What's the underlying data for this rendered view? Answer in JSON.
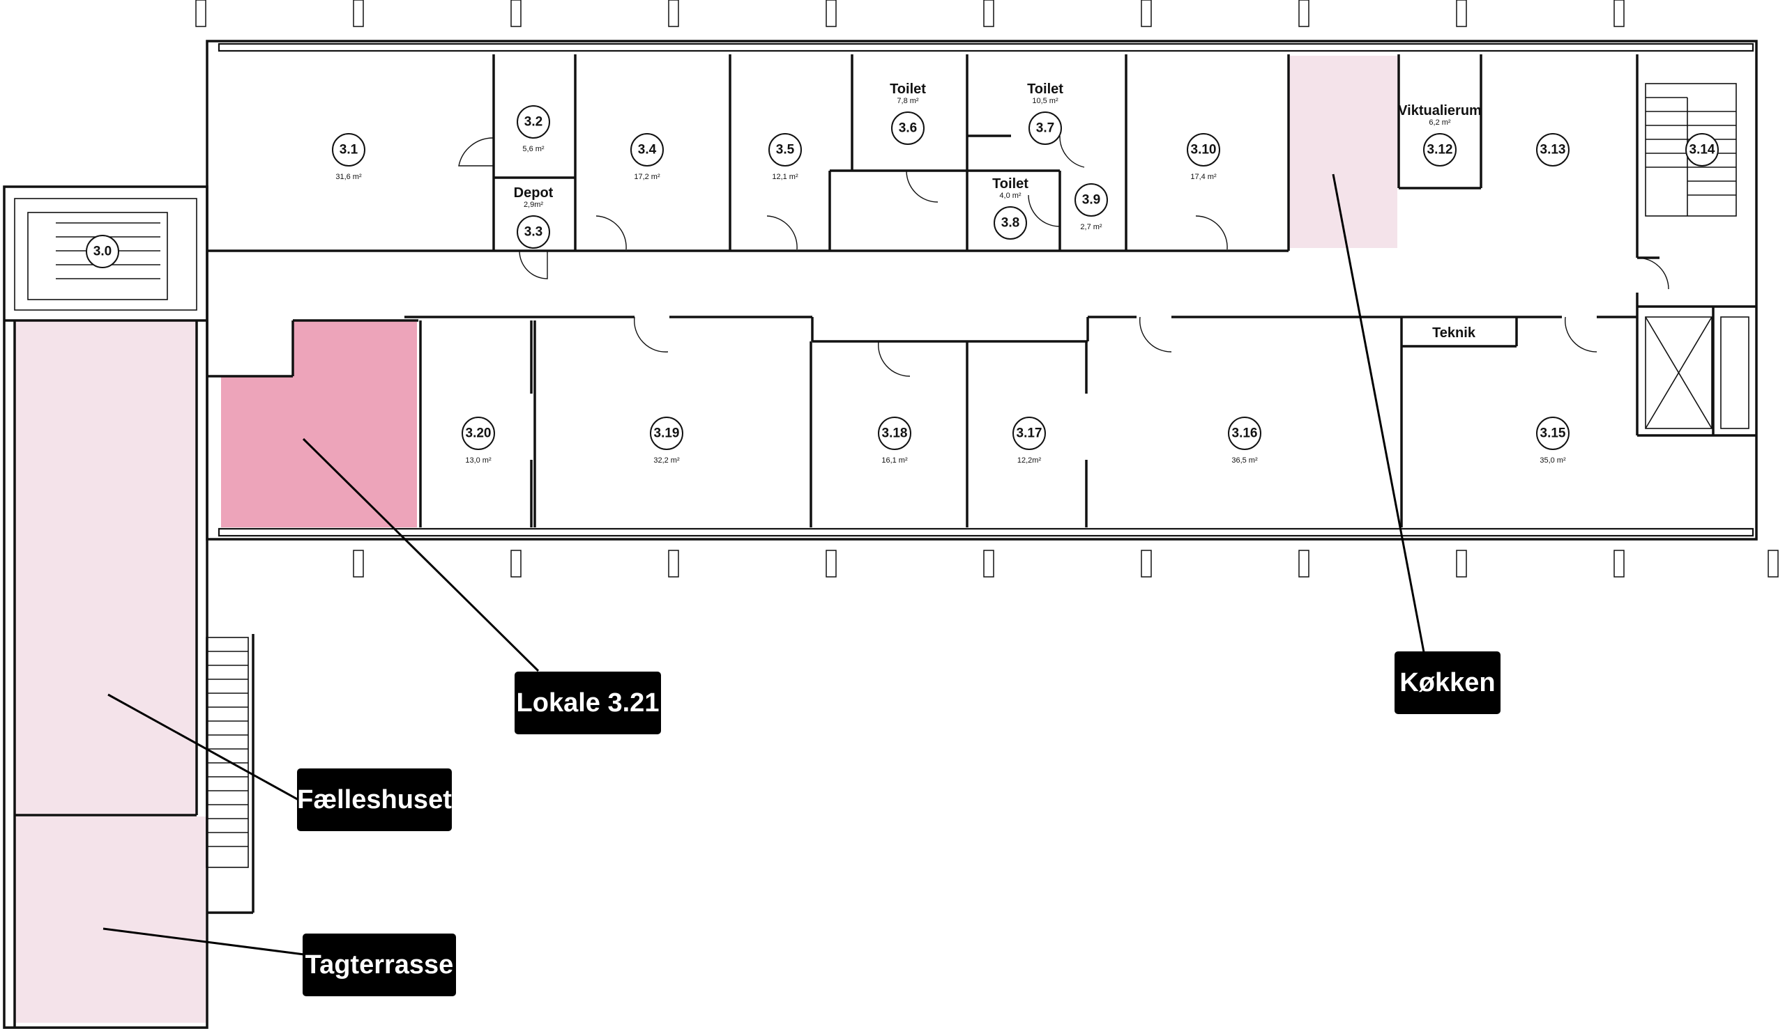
{
  "colors": {
    "walls": "#111111",
    "highlight_light": "#f4e3ea",
    "highlight_strong": "#eda4ba",
    "callout_bg": "#000000",
    "callout_text": "#ffffff"
  },
  "rooms": [
    {
      "key": "r3_0",
      "id": "3.0",
      "area": "",
      "name": ""
    },
    {
      "key": "r3_1",
      "id": "3.1",
      "area": "31,6 m²",
      "name": ""
    },
    {
      "key": "r3_2",
      "id": "3.2",
      "area": "5,6 m²",
      "name": ""
    },
    {
      "key": "r3_3",
      "id": "3.3",
      "area": "2,9m²",
      "name": "Depot"
    },
    {
      "key": "r3_4",
      "id": "3.4",
      "area": "17,2 m²",
      "name": ""
    },
    {
      "key": "r3_5",
      "id": "3.5",
      "area": "12,1 m²",
      "name": ""
    },
    {
      "key": "r3_6",
      "id": "3.6",
      "area": "7,8 m²",
      "name": "Toilet"
    },
    {
      "key": "r3_7",
      "id": "3.7",
      "area": "10,5 m²",
      "name": "Toilet"
    },
    {
      "key": "r3_8",
      "id": "3.8",
      "area": "4,0 m²",
      "name": "Toilet"
    },
    {
      "key": "r3_9",
      "id": "3.9",
      "area": "2,7 m²",
      "name": ""
    },
    {
      "key": "r3_10",
      "id": "3.10",
      "area": "17,4 m²",
      "name": ""
    },
    {
      "key": "r3_12",
      "id": "3.12",
      "area": "6,2 m²",
      "name": "Viktualierum"
    },
    {
      "key": "r3_13",
      "id": "3.13",
      "area": "",
      "name": ""
    },
    {
      "key": "r3_14",
      "id": "3.14",
      "area": "",
      "name": ""
    },
    {
      "key": "r3_15",
      "id": "3.15",
      "area": "35,0 m²",
      "name": ""
    },
    {
      "key": "r3_16",
      "id": "3.16",
      "area": "36,5 m²",
      "name": ""
    },
    {
      "key": "r3_17",
      "id": "3.17",
      "area": "12,2m²",
      "name": ""
    },
    {
      "key": "r3_18",
      "id": "3.18",
      "area": "16,1 m²",
      "name": ""
    },
    {
      "key": "r3_19",
      "id": "3.19",
      "area": "32,2 m²",
      "name": ""
    },
    {
      "key": "r3_20",
      "id": "3.20",
      "area": "13,0 m²",
      "name": ""
    },
    {
      "key": "teknik",
      "id": "",
      "area": "",
      "name": "Teknik"
    }
  ],
  "callouts": {
    "lokale": "Lokale 3.21",
    "kokken": "Køkken",
    "faelleshuset": "Fælleshuset",
    "tagterrasse": "Tagterrasse"
  }
}
